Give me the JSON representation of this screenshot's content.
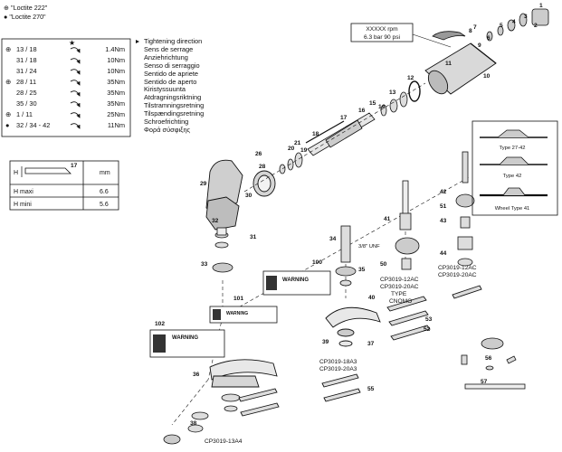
{
  "legend": {
    "loctite_222": "\"Loctite 222\"",
    "loctite_270": "\"Loctite 270\""
  },
  "torque_table": [
    {
      "symbol": "⊕",
      "ref": "13 / 18",
      "value": "1.4Nm"
    },
    {
      "symbol": "",
      "ref": "31 / 18",
      "value": "10Nm"
    },
    {
      "symbol": "",
      "ref": "31 / 24",
      "value": "10Nm"
    },
    {
      "symbol": "⊕",
      "ref": "28 / 11",
      "value": "35Nm"
    },
    {
      "symbol": "",
      "ref": "28 / 25",
      "value": "35Nm"
    },
    {
      "symbol": "",
      "ref": "35 / 30",
      "value": "35Nm"
    },
    {
      "symbol": "⊕",
      "ref": "1 / 11",
      "value": "25Nm"
    },
    {
      "symbol": "●",
      "ref": "32 / 34 - 42",
      "value": "11Nm"
    }
  ],
  "tightening_direction": [
    "Tightening direction",
    "Sens de serrage",
    "Anziehrichtung",
    "Senso di serraggio",
    "Sentido de apriete",
    "Sentido de aperto",
    "Kiristyssuunta",
    "Atdragningsriktning",
    "Tilstramningsretning",
    "Tilspændingsretning",
    "Schroefrichting",
    "Φορά σύσφιξης"
  ],
  "h_table": {
    "header_left": "H",
    "header_right": "mm",
    "ref": "17",
    "rows": [
      {
        "label": "H maxi",
        "value": "6.6"
      },
      {
        "label": "H mini",
        "value": "5.6"
      }
    ]
  },
  "rpm_box": {
    "line1": "XXXXX rpm",
    "line2": "6.3 bar 90 psi"
  },
  "thread_label": "3/8\" UNF",
  "types": {
    "t1": "Type 27-42",
    "t2": "Type 42",
    "t3": "Wheel Type 41"
  },
  "captions": {
    "cp_12ac_20ac_a": "CP3019-12AC",
    "cp_12ac_20ac_b": "CP3019-20AC",
    "cp_cnomo_a": "CP3019-12AC",
    "cp_cnomo_b": "CP3019-20AC",
    "cp_cnomo_c": "TYPE",
    "cp_cnomo_d": "CNOMO",
    "cp_18a3": "CP3019-18A3",
    "cp_20a3": "CP3019-20A3",
    "cp_13a4": "CP3019-13A4"
  },
  "warning": "WARNING",
  "parts": [
    "1",
    "2",
    "3",
    "4",
    "5",
    "6",
    "7",
    "8",
    "9",
    "10",
    "11",
    "12",
    "13",
    "14",
    "15",
    "16",
    "17",
    "18",
    "19",
    "20",
    "21",
    "26",
    "28",
    "29",
    "30",
    "31",
    "32",
    "33",
    "34",
    "35",
    "36",
    "37",
    "38",
    "39",
    "40",
    "41",
    "42",
    "43",
    "44",
    "50",
    "51",
    "52",
    "53",
    "55",
    "56",
    "57",
    "100",
    "101",
    "102"
  ]
}
